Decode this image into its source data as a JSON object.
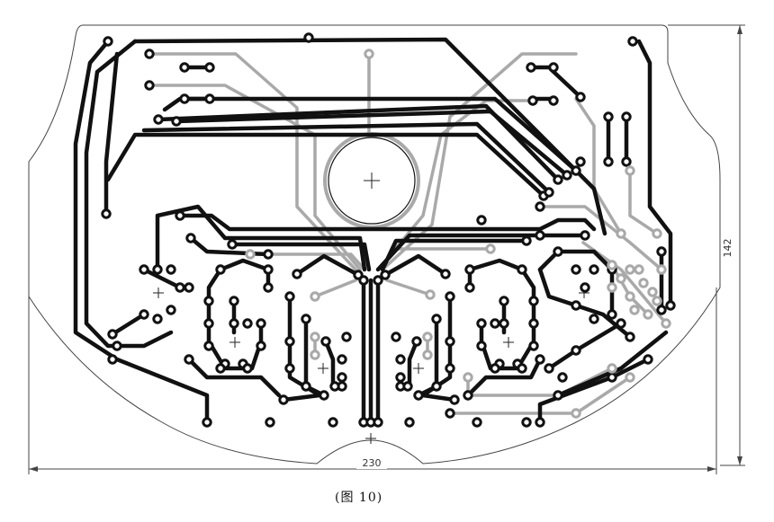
{
  "dimensions": {
    "width_label": "230",
    "height_label": "142"
  },
  "caption": "(图 10)",
  "colors": {
    "copper_top": "#111111",
    "copper_bottom": "#a9a9a9",
    "outline": "#444444",
    "background": "#ffffff"
  }
}
